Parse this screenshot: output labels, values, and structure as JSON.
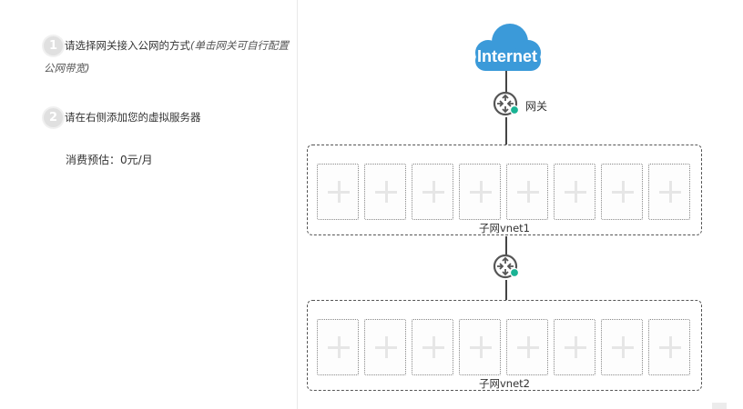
{
  "steps": [
    {
      "num": "1",
      "text": "请选择网关接入公网的方式",
      "hint": "(单击网关可自行配置公网带宽)"
    },
    {
      "num": "2",
      "text": "请在右侧添加您的虚拟服务器",
      "hint": ""
    }
  ],
  "cost": {
    "text": "消费预估：0元/月"
  },
  "diagram": {
    "internet_label": "Internet",
    "gateway_label": "网关",
    "cloud_icon": "cloud-icon",
    "router_icon": "router-icon",
    "colors": {
      "cloud": "#3b9ad9",
      "router_badge": "#1ab394",
      "line": "#444444"
    },
    "subnets": [
      {
        "label": "子网vnet1",
        "slot_count": 8
      },
      {
        "label": "子网vnet2",
        "slot_count": 8
      }
    ]
  }
}
